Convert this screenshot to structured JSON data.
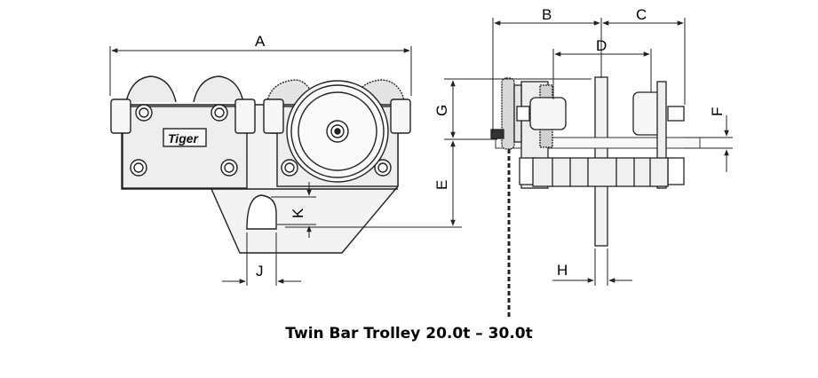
{
  "caption": "Twin Bar Trolley 20.0t – 30.0t",
  "brand": "Tiger",
  "dimensions": {
    "a": "A",
    "b": "B",
    "c": "C",
    "d": "D",
    "e": "E",
    "f": "F",
    "g": "G",
    "h": "H",
    "j": "J",
    "k": "K"
  },
  "colors": {
    "line": "#222222",
    "body": "#e9e9e9",
    "frame": "#f4f4f4"
  }
}
